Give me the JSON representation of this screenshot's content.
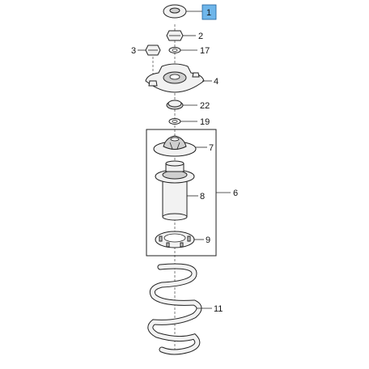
{
  "callouts": {
    "c1": "1",
    "c2": "2",
    "c3": "3",
    "c4": "4",
    "c6": "6",
    "c7": "7",
    "c8": "8",
    "c9": "9",
    "c11": "11",
    "c17": "17",
    "c19": "19",
    "c22": "22"
  },
  "highlight_color": "#6fb6ea"
}
